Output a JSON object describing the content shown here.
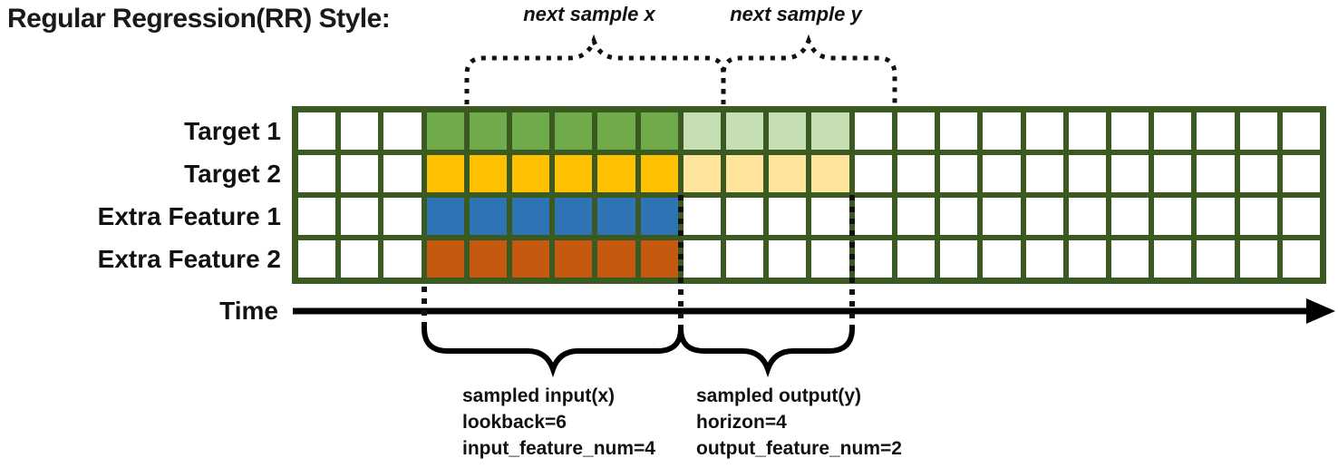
{
  "title": "Regular Regression(RR) Style:",
  "top_annotations": {
    "next_sample_x": "next sample x",
    "next_sample_y": "next sample y"
  },
  "time_axis_label": "Time",
  "grid": {
    "columns": 24,
    "line_color": "#3A5A22",
    "empty_color": "#FFFFFF",
    "rows": [
      {
        "label": "Target 1",
        "lead_empty": 3,
        "input_cells": 6,
        "output_cells": 4,
        "input_color": "#6FAB4A",
        "output_color": "#C5DEB4"
      },
      {
        "label": "Target 2",
        "lead_empty": 3,
        "input_cells": 6,
        "output_cells": 4,
        "input_color": "#FFC000",
        "output_color": "#FFE59B"
      },
      {
        "label": "Extra Feature 1",
        "lead_empty": 3,
        "input_cells": 6,
        "output_cells": 0,
        "input_color": "#2E74B5",
        "output_color": null
      },
      {
        "label": "Extra Feature 2",
        "lead_empty": 3,
        "input_cells": 6,
        "output_cells": 0,
        "input_color": "#C4590F",
        "output_color": null
      }
    ]
  },
  "bottom_annotations": {
    "input_block": [
      "sampled input(x)",
      "lookback=6",
      "input_feature_num=4"
    ],
    "output_block": [
      "sampled output(y)",
      "horizon=4",
      "output_feature_num=2"
    ]
  }
}
